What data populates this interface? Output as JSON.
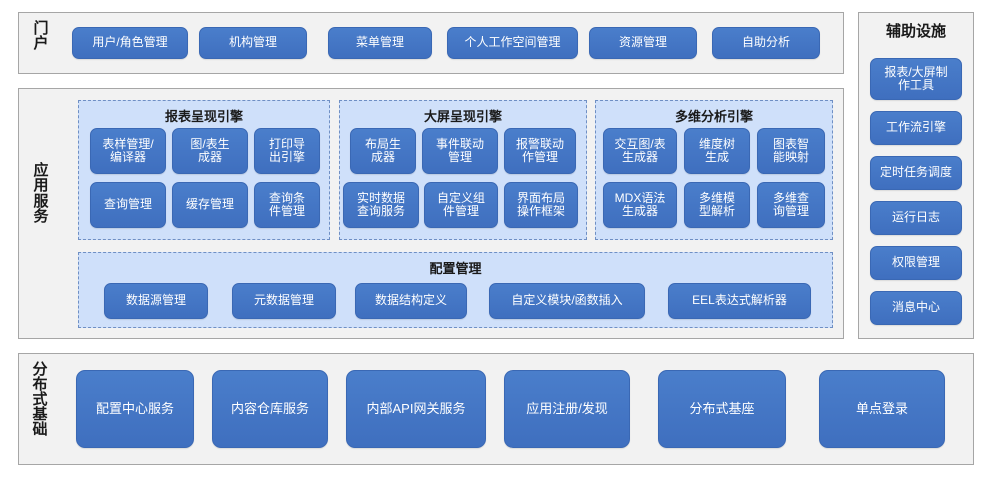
{
  "theme": {
    "band_bg": "#f2f2f2",
    "band_border": "#a6a6a6",
    "panel_bg": "#cfe0fa",
    "panel_border": "#6f8fc4",
    "button_blue": "#4071c4",
    "button_border": "#3a68b4",
    "button_text": "#ffffff",
    "label_text": "#1a1a1a",
    "page_bg": "#ffffff"
  },
  "portal": {
    "label": "门户",
    "buttons": [
      {
        "label": "用户/角色管理"
      },
      {
        "label": "机构管理"
      },
      {
        "label": "菜单管理"
      },
      {
        "label": "个人工作空间管理"
      },
      {
        "label": "资源管理"
      },
      {
        "label": "自助分析"
      }
    ]
  },
  "aux": {
    "label": "辅助设施",
    "buttons": [
      {
        "label": "报表/大屏制\n作工具"
      },
      {
        "label": "工作流引擎"
      },
      {
        "label": "定时任务调度"
      },
      {
        "label": "运行日志"
      },
      {
        "label": "权限管理"
      },
      {
        "label": "消息中心"
      }
    ]
  },
  "app_service": {
    "label": "应用服务",
    "engines": [
      {
        "title": "报表呈现引擎",
        "buttons": [
          {
            "label": "表样管理/\n编译器"
          },
          {
            "label": "图/表生\n成器"
          },
          {
            "label": "打印导\n出引擎"
          },
          {
            "label": "查询管理"
          },
          {
            "label": "缓存管理"
          },
          {
            "label": "查询条\n件管理"
          }
        ]
      },
      {
        "title": "大屏呈现引擎",
        "buttons": [
          {
            "label": "布局生\n成器"
          },
          {
            "label": "事件联动\n管理"
          },
          {
            "label": "报警联动\n作管理"
          },
          {
            "label": "实时数据\n查询服务"
          },
          {
            "label": "自定义组\n件管理"
          },
          {
            "label": "界面布局\n操作框架"
          }
        ]
      },
      {
        "title": "多维分析引擎",
        "buttons": [
          {
            "label": "交互图/表\n生成器"
          },
          {
            "label": "维度树\n生成"
          },
          {
            "label": "图表智\n能映射"
          },
          {
            "label": "MDX语法\n生成器"
          },
          {
            "label": "多维模\n型解析"
          },
          {
            "label": "多维查\n询管理"
          }
        ]
      }
    ],
    "config": {
      "title": "配置管理",
      "buttons": [
        {
          "label": "数据源管理"
        },
        {
          "label": "元数据管理"
        },
        {
          "label": "数据结构定义"
        },
        {
          "label": "自定义模块/函数插入"
        },
        {
          "label": "EEL表达式解析器"
        }
      ]
    }
  },
  "distributed": {
    "label": "分布式基础",
    "buttons": [
      {
        "label": "配置中心服务"
      },
      {
        "label": "内容仓库服务"
      },
      {
        "label": "内部API网关服务"
      },
      {
        "label": "应用注册/发现"
      },
      {
        "label": "分布式基座"
      },
      {
        "label": "单点登录"
      }
    ]
  }
}
